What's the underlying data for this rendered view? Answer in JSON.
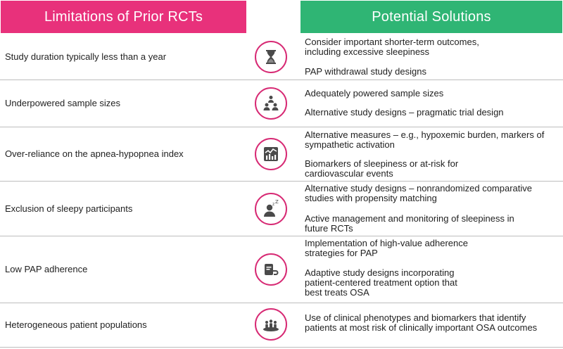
{
  "headers": {
    "left": "Limitations of Prior RCTs",
    "right": "Potential Solutions"
  },
  "rows": [
    {
      "limitation": "Study duration typically less than a year",
      "icon": "hourglass-icon",
      "solutions": [
        "Consider important shorter-term outcomes, including excessive sleepiness",
        "PAP withdrawal study designs"
      ]
    },
    {
      "limitation": "Underpowered sample sizes",
      "icon": "people-group-icon",
      "solutions": [
        "Adequately powered sample sizes",
        "Alternative study designs – pragmatic trial design"
      ]
    },
    {
      "limitation": "Over-reliance on the apnea-hypopnea index",
      "icon": "chart-monitor-icon",
      "solutions": [
        "Alternative measures – e.g., hypoxemic burden, markers of sympathetic activation",
        "Biomarkers of sleepiness or at-risk for cardiovascular events"
      ]
    },
    {
      "limitation": "Exclusion of sleepy participants",
      "icon": "sleepy-person-icon",
      "solutions": [
        "Alternative study designs – nonrandomized comparative studies with propensity matching",
        "Active management and monitoring of sleepiness in future RCTs"
      ]
    },
    {
      "limitation": "Low PAP adherence",
      "icon": "pap-device-icon",
      "solutions": [
        "Implementation of high-value adherence strategies for PAP",
        "Adaptive study designs incorporating patient-centered treatment option that best treats OSA"
      ]
    },
    {
      "limitation": "Heterogeneous patient populations",
      "icon": "population-icon",
      "solutions": [
        "Use of clinical phenotypes and biomarkers that identify patients at most risk of clinically important OSA outcomes"
      ]
    }
  ]
}
